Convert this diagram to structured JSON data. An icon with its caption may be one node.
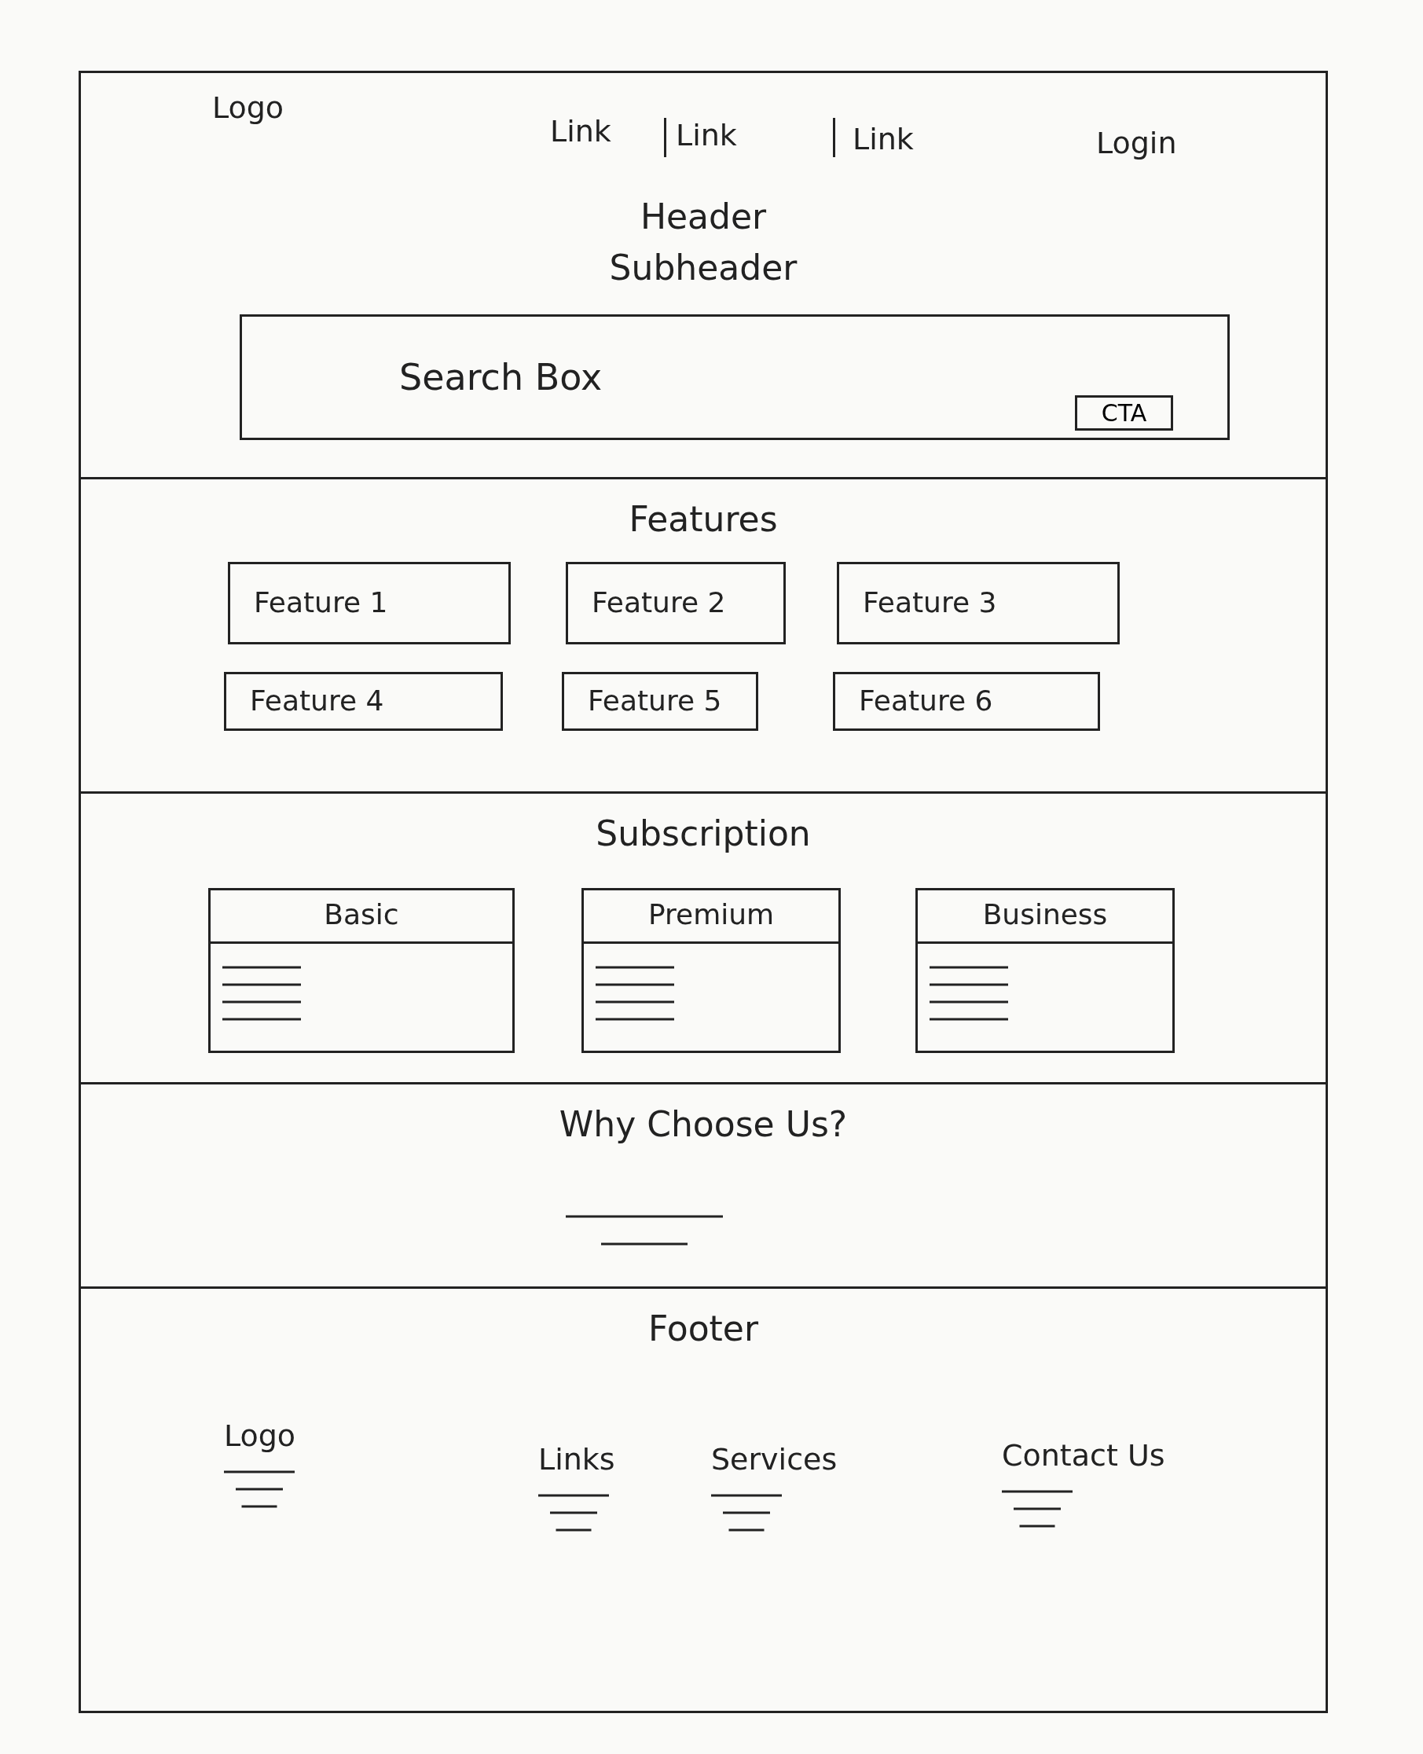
{
  "diagram": {
    "nodes": [
      {
        "text": [
          "Header",
          "Subheader"
        ]
      },
      {
        "text": [
          "Search Box"
        ],
        "in": 0
      },
      {
        "text": [
          "CTA"
        ],
        "in": 1
      },
      {
        "text": [
          "Features"
        ]
      },
      {
        "text": [
          "Feature 1"
        ],
        "in": 3
      },
      {
        "text": [
          "Feature 2"
        ],
        "in": 3
      },
      {
        "text": [
          "Feature 3"
        ],
        "in": 3
      },
      {
        "text": [
          "Feature 4"
        ],
        "in": 3
      },
      {
        "text": [
          "Feature 5"
        ],
        "in": 3
      },
      {
        "text": [
          "Feature 6"
        ],
        "in": 3
      },
      {
        "text": [
          "Subscription"
        ]
      },
      {
        "text": [
          "Basic"
        ],
        "in": 10
      },
      {
        "text": [
          "Premium"
        ],
        "in": 10
      },
      {
        "text": [
          "Business"
        ],
        "in": 10
      },
      {
        "text": [
          "Why Choose Us?"
        ]
      },
      {
        "text": [
          "Footer"
        ]
      }
    ],
    "edges": [],
    "labels": [
      "Logo",
      "Link",
      "Link",
      "Link",
      "Login",
      "Logo",
      "Links",
      "Services",
      "Contact Us"
    ]
  }
}
